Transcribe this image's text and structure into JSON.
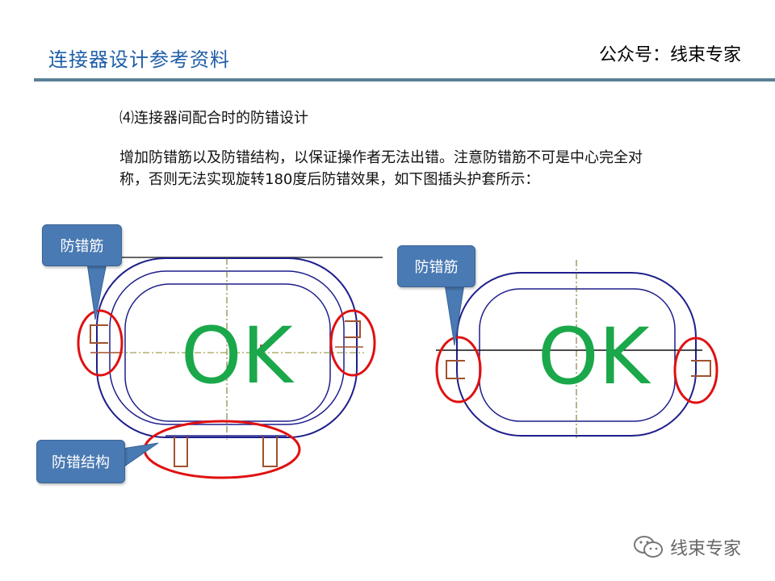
{
  "header": {
    "title": "连接器设计参考资料",
    "account": "公众号：线束专家"
  },
  "content": {
    "section_heading": "⑷连接器间配合时的防错设计",
    "body_line1": "增加防错筋以及防错结构，以保证操作者无法出错。注意防错筋不可是中心完全对",
    "body_line2": "称，否则无法实现旋转180度后防错效果，如下图插头护套所示："
  },
  "callouts": {
    "left_rib": "防错筋",
    "right_rib": "防错筋",
    "structure": "防错结构"
  },
  "diagram": {
    "left_status": "OK",
    "right_status": "OK",
    "outline_color": "#1e1e8c",
    "highlight_color": "#e01010",
    "rib_color": "#a0522d",
    "ok_color": "#1aa84a"
  },
  "footer": {
    "brand": "线束专家",
    "icon": "wechat-icon"
  }
}
